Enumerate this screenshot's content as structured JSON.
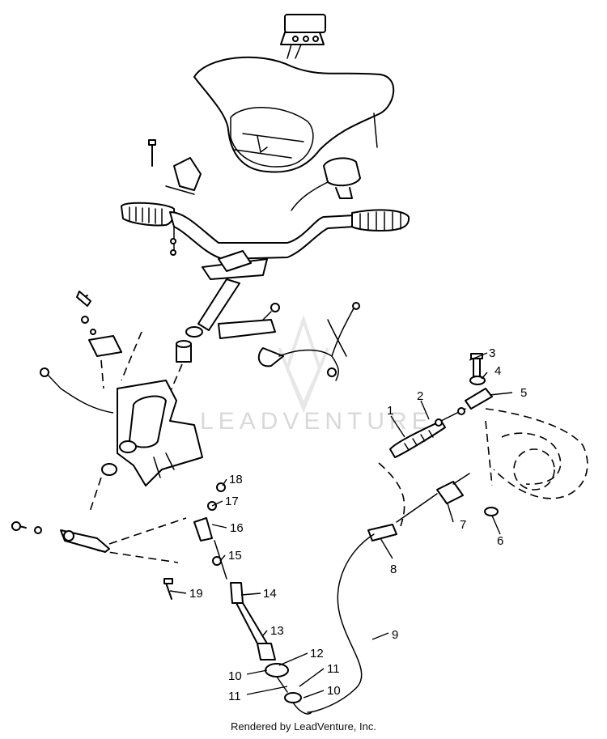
{
  "watermark": {
    "text": "LEADVENTURE"
  },
  "footer": {
    "text": "Rendered by LeadVenture, Inc."
  },
  "callouts": {
    "c1": "1",
    "c2": "2",
    "c3": "3",
    "c4": "4",
    "c5": "5",
    "c6": "6",
    "c7": "7",
    "c8": "8",
    "c9": "9",
    "c10a": "10",
    "c10b": "10",
    "c11a": "11",
    "c11b": "11",
    "c12": "12",
    "c13": "13",
    "c14": "14",
    "c15": "15",
    "c16": "16",
    "c17": "17",
    "c18": "18",
    "c19": "19"
  },
  "icons": {
    "watermark_logo": "leadventure-logo-icon",
    "handlebar": "handlebar-icon",
    "headlight_pod": "headlight-pod-icon"
  }
}
